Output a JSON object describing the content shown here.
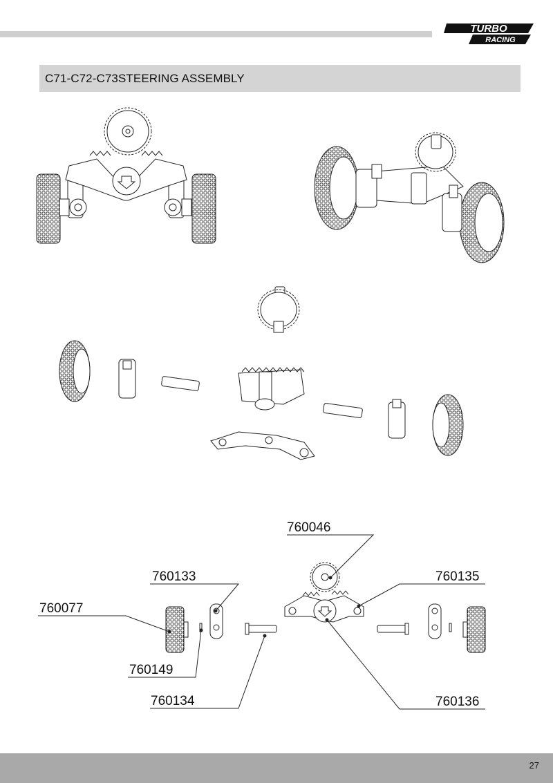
{
  "header": {
    "logo_top": "TURBO",
    "logo_bottom": "RACING"
  },
  "section": {
    "title": "C71-C72-C73STEERING ASSEMBLY"
  },
  "parts": [
    {
      "number": "760046"
    },
    {
      "number": "760133"
    },
    {
      "number": "760135"
    },
    {
      "number": "760077"
    },
    {
      "number": "760149"
    },
    {
      "number": "760134"
    },
    {
      "number": "760136"
    }
  ],
  "footer": {
    "page_number": "27"
  }
}
